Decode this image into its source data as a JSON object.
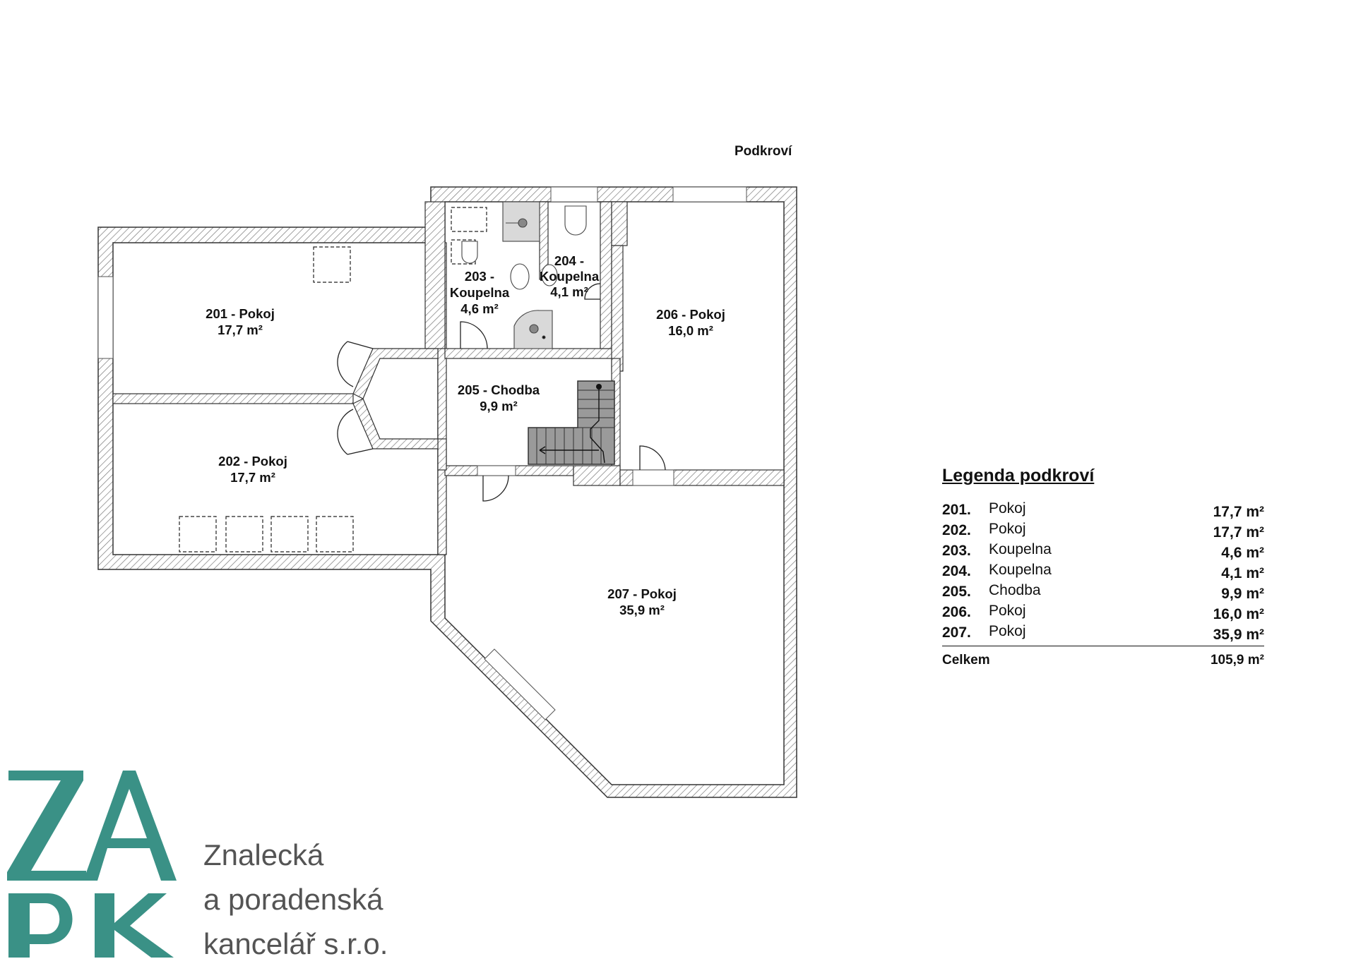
{
  "floor_title": "Podkroví",
  "rooms": [
    {
      "label": "201 - Pokoj",
      "area": "17,7 m²"
    },
    {
      "label": "202 - Pokoj",
      "area": "17,7 m²"
    },
    {
      "label_line1": "203 -",
      "label_line2": "Koupelna",
      "area": "4,6 m²"
    },
    {
      "label_line1": "204 -",
      "label_line2": "Koupelna",
      "area": "4,1 m²"
    },
    {
      "label": "205 - Chodba",
      "area": "9,9 m²"
    },
    {
      "label": "206 - Pokoj",
      "area": "16,0 m²"
    },
    {
      "label": "207 - Pokoj",
      "area": "35,9 m²"
    }
  ],
  "legend": {
    "title": "Legenda podkroví",
    "rows": [
      {
        "num": "201.",
        "name": "Pokoj",
        "area": "17,7 m²"
      },
      {
        "num": "202.",
        "name": "Pokoj",
        "area": "17,7 m²"
      },
      {
        "num": "203.",
        "name": "Koupelna",
        "area": "4,6 m²"
      },
      {
        "num": "204.",
        "name": "Koupelna",
        "area": "4,1 m²"
      },
      {
        "num": "205.",
        "name": "Chodba",
        "area": "9,9 m²"
      },
      {
        "num": "206.",
        "name": "Pokoj",
        "area": "16,0 m²"
      },
      {
        "num": "207.",
        "name": "Pokoj",
        "area": "35,9 m²"
      }
    ],
    "total_label": "Celkem",
    "total_area": "105,9 m²"
  },
  "brand": {
    "logo_letters": "ZAPK",
    "company_lines": [
      "Znalecká",
      "a poradenská",
      "kancelář s.r.o."
    ],
    "color": "#3a9186"
  },
  "colors": {
    "wall_hatch": "#777777",
    "line": "#333333",
    "stairs": "#9a9a9a",
    "fixture": "#d9d9d9"
  }
}
